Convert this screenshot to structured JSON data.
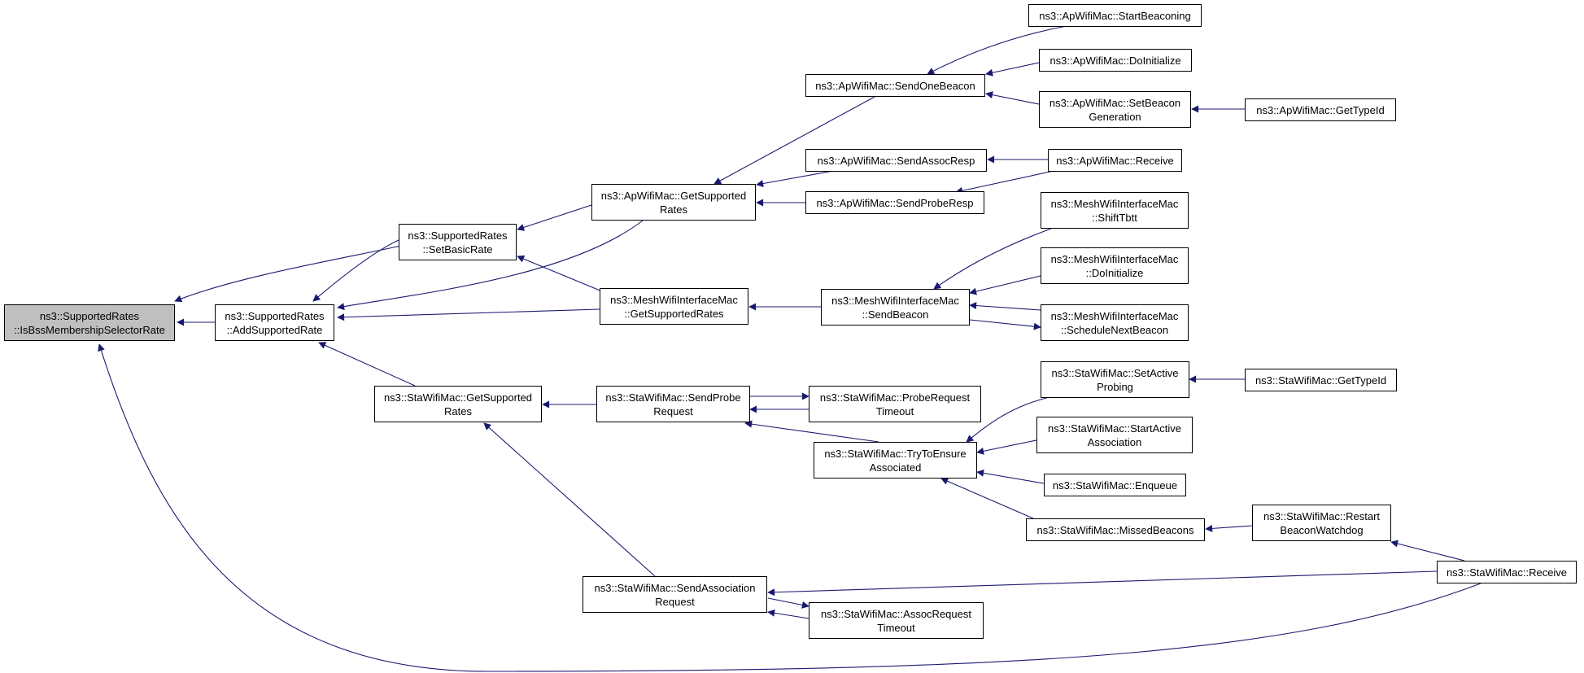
{
  "colors": {
    "edge": "#191970",
    "node_border": "#000000",
    "root_fill": "#bfbfbf",
    "node_fill": "#ffffff"
  },
  "nodes": {
    "is_bss": [
      "ns3::SupportedRates",
      "::IsBssMembershipSelectorRate"
    ],
    "add_supported": [
      "ns3::SupportedRates",
      "::AddSupportedRate"
    ],
    "set_basic": [
      "ns3::SupportedRates",
      "::SetBasicRate"
    ],
    "sta_get_supported": [
      "ns3::StaWifiMac::GetSupported",
      "Rates"
    ],
    "ap_get_supported": [
      "ns3::ApWifiMac::GetSupported",
      "Rates"
    ],
    "mesh_get_supported": [
      "ns3::MeshWifiInterfaceMac",
      "::GetSupportedRates"
    ],
    "ap_send_one_beacon": [
      "ns3::ApWifiMac::SendOneBeacon"
    ],
    "ap_send_assoc_resp": [
      "ns3::ApWifiMac::SendAssocResp"
    ],
    "ap_send_probe_resp": [
      "ns3::ApWifiMac::SendProbeResp"
    ],
    "ap_start_beaconing": [
      "ns3::ApWifiMac::StartBeaconing"
    ],
    "ap_do_initialize": [
      "ns3::ApWifiMac::DoInitialize"
    ],
    "ap_set_beacon_generation": [
      "ns3::ApWifiMac::SetBeacon",
      "Generation"
    ],
    "ap_get_type_id": [
      "ns3::ApWifiMac::GetTypeId"
    ],
    "ap_receive": [
      "ns3::ApWifiMac::Receive"
    ],
    "mesh_send_beacon": [
      "ns3::MeshWifiInterfaceMac",
      "::SendBeacon"
    ],
    "mesh_shift_tbtt": [
      "ns3::MeshWifiInterfaceMac",
      "::ShiftTbtt"
    ],
    "mesh_do_initialize": [
      "ns3::MeshWifiInterfaceMac",
      "::DoInitialize"
    ],
    "mesh_schedule_next_beacon": [
      "ns3::MeshWifiInterfaceMac",
      "::ScheduleNextBeacon"
    ],
    "sta_send_probe_request": [
      "ns3::StaWifiMac::SendProbe",
      "Request"
    ],
    "sta_probe_request_timeout": [
      "ns3::StaWifiMac::ProbeRequest",
      "Timeout"
    ],
    "sta_try_to_ensure_associated": [
      "ns3::StaWifiMac::TryToEnsure",
      "Associated"
    ],
    "sta_set_active_probing": [
      "ns3::StaWifiMac::SetActive",
      "Probing"
    ],
    "sta_get_type_id": [
      "ns3::StaWifiMac::GetTypeId"
    ],
    "sta_start_active_association": [
      "ns3::StaWifiMac::StartActive",
      "Association"
    ],
    "sta_enqueue": [
      "ns3::StaWifiMac::Enqueue"
    ],
    "sta_missed_beacons": [
      "ns3::StaWifiMac::MissedBeacons"
    ],
    "sta_restart_beacon_watchdog": [
      "ns3::StaWifiMac::Restart",
      "BeaconWatchdog"
    ],
    "sta_receive": [
      "ns3::StaWifiMac::Receive"
    ],
    "sta_send_association_request": [
      "ns3::StaWifiMac::SendAssociation",
      "Request"
    ],
    "sta_assoc_request_timeout": [
      "ns3::StaWifiMac::AssocRequest",
      "Timeout"
    ]
  }
}
